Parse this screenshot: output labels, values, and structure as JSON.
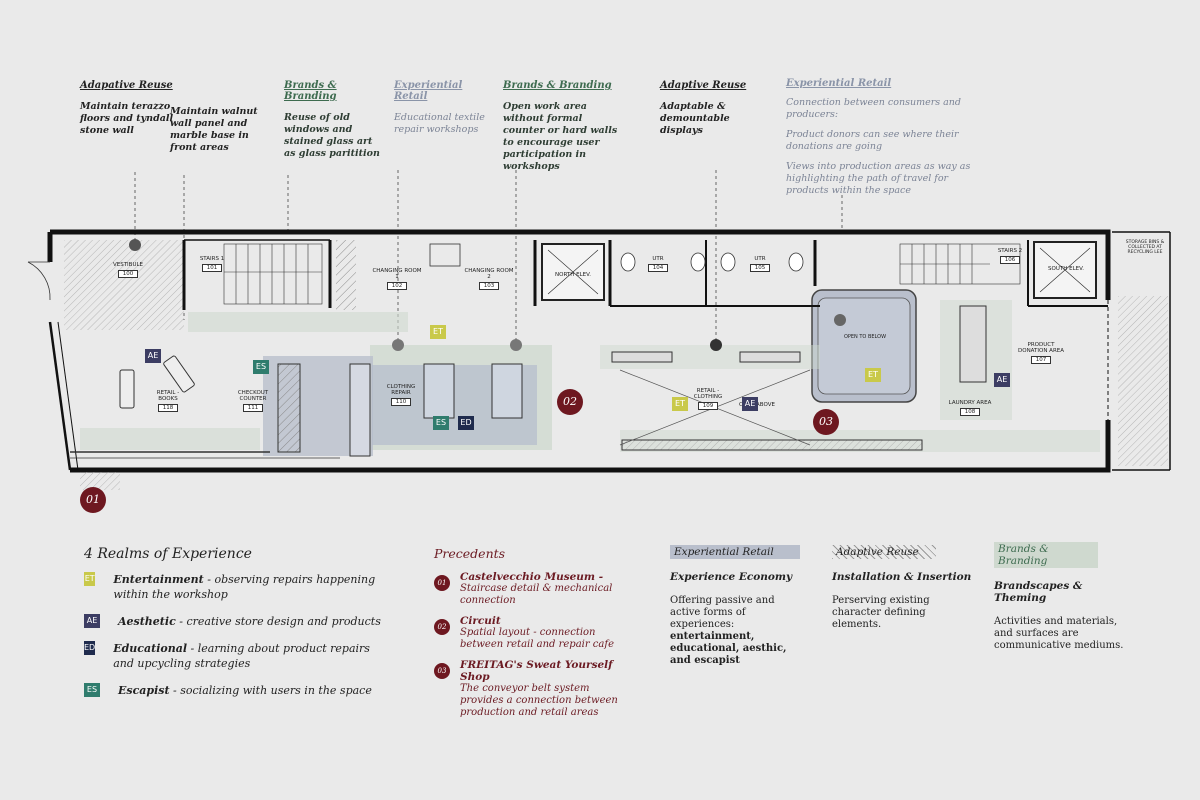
{
  "notes": [
    {
      "head": "Adapative Reuse",
      "body": "Maintain terazzo floors and tyndall stone wall",
      "kind": "ar"
    },
    {
      "head": "",
      "body": "Maintain walnut wall panel and marble base in front areas",
      "kind": "ar"
    },
    {
      "head": "Brands & Branding",
      "body": "Reuse of old windows and stained glass art as glass paritition",
      "kind": "bb"
    },
    {
      "head": "Experiential Retail",
      "body": "Educational textile repair workshops",
      "kind": "er"
    },
    {
      "head": "Brands & Branding",
      "body": "Open work area without formal counter or hard walls to encourage user participation in workshops",
      "kind": "bb"
    },
    {
      "head": "Adaptive Reuse",
      "body": "Adaptable & demountable displays",
      "kind": "ar"
    },
    {
      "head": "Experiential Retail",
      "body1": "Connection between consumers and producers:",
      "body2": "Product donors can see where their donations are going",
      "body3": "Views into production areas as way as highlighting the path of travel for products within the space",
      "kind": "er"
    }
  ],
  "rooms": {
    "vestibule": {
      "name": "VESTIBULE",
      "num": "100"
    },
    "stairs1": {
      "name": "STAIRS 1",
      "num": "101"
    },
    "changing1": {
      "name": "CHANGING ROOM 1",
      "num": "102"
    },
    "changing2": {
      "name": "CHANGING ROOM 2",
      "num": "103"
    },
    "north_elev": {
      "name": "NORTH ELEV."
    },
    "utr104": {
      "name": "UTR",
      "num": "104"
    },
    "utr105": {
      "name": "UTR",
      "num": "105"
    },
    "stairs2": {
      "name": "STAIRS 2",
      "num": "106"
    },
    "south_elev": {
      "name": "SOUTH ELEV."
    },
    "storage": {
      "name": "STORAGE BINS & COLLECTED AT RECYCLING LEE"
    },
    "retail_books": {
      "name": "RETAIL - BOOKS",
      "num": "118"
    },
    "checkout": {
      "name": "CHECKOUT COUNTER",
      "num": "111"
    },
    "clothing_repair": {
      "name": "CLOTHING REPAIR",
      "num": "110"
    },
    "retail_clothing": {
      "name": "RETAIL - CLOTHING",
      "num": "109"
    },
    "open_above": {
      "name": "OPEN ABOVE"
    },
    "open_below": {
      "name": "OPEN TO BELOW"
    },
    "laundry": {
      "name": "LAUNDRY AREA",
      "num": "108"
    },
    "donation": {
      "name": "PRODUCT DONATION AREA",
      "num": "107"
    }
  },
  "plan_markers": {
    "m01": "01",
    "m02": "02",
    "m03": "03"
  },
  "tags": {
    "et": "ET",
    "ae": "AE",
    "ed": "ED",
    "es": "ES"
  },
  "realms": {
    "title": "4 Realms of Experience",
    "items": [
      {
        "tag": "ET",
        "name": "Entertainment",
        "desc": " - observing repairs happening within the workshop"
      },
      {
        "tag": "AE",
        "name": "Aesthetic",
        "desc": " - creative store design and products"
      },
      {
        "tag": "ED",
        "name": "Educational",
        "desc": " - learning about product repairs and upcycling strategies"
      },
      {
        "tag": "ES",
        "name": "Escapist",
        "desc": " -  socializing with users in the space"
      }
    ]
  },
  "precedents": {
    "title": "Precedents",
    "items": [
      {
        "num": "01",
        "name": "Castelvecchio Museum -",
        "desc": "Staircase detail & mechanical connection"
      },
      {
        "num": "02",
        "name": "Circuit",
        "desc": "Spatial layout - connection between retail and repair cafe"
      },
      {
        "num": "03",
        "name": "FREITAG's Sweat Yourself Shop",
        "desc": "The conveyor belt system provides a connection between production and retail areas"
      }
    ]
  },
  "categories": [
    {
      "head": "Experiential Retail",
      "sub": "Experience Economy",
      "body": "Offering passive and active forms of experiences:",
      "bold": "entertainment, educational, aesthic, and escapist"
    },
    {
      "head": "Adaptive Reuse",
      "sub": "Installation & Insertion",
      "body": "Perserving existing character defining elements.",
      "bold": ""
    },
    {
      "head": "Brands & Branding",
      "sub": "Brandscapes & Theming",
      "body": "Activities and materials, and surfaces are communicative mediums.",
      "bold": ""
    }
  ],
  "colors": {
    "marker": "#6b1a22",
    "et": "#c9c94a",
    "ae": "#3c3d63",
    "ed": "#1f2b4d",
    "es": "#2f7c6d",
    "bb_fill": "#cfd9cf",
    "er_fill": "#b9bfcc"
  }
}
